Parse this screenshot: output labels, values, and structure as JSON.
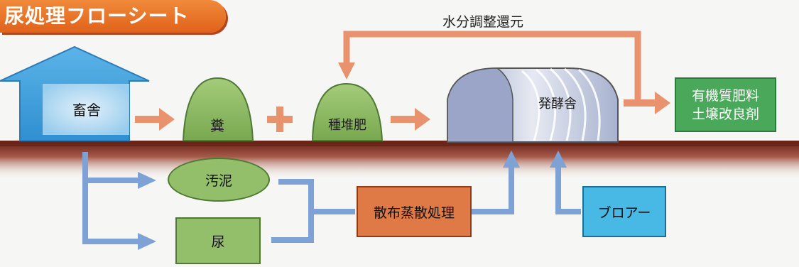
{
  "title": "尿処理フローシート",
  "return_label": "水分調整還元",
  "barn": "畜舎",
  "manure": "糞",
  "plus": "+",
  "compost": "種堆肥",
  "fermentation_house": "発酵舎",
  "result": [
    "有機質肥料",
    "土壌改良剤"
  ],
  "sludge": "汚泥",
  "urine": "尿",
  "spray_process": "散布蒸散処理",
  "blower": "ブロアー",
  "colors": {
    "orange_arrow": "#e8926e",
    "blue_arrow": "#7ea2d6",
    "ground": "#7a2f22",
    "banner": "#e66a22",
    "green_fill": "#93be6a"
  }
}
